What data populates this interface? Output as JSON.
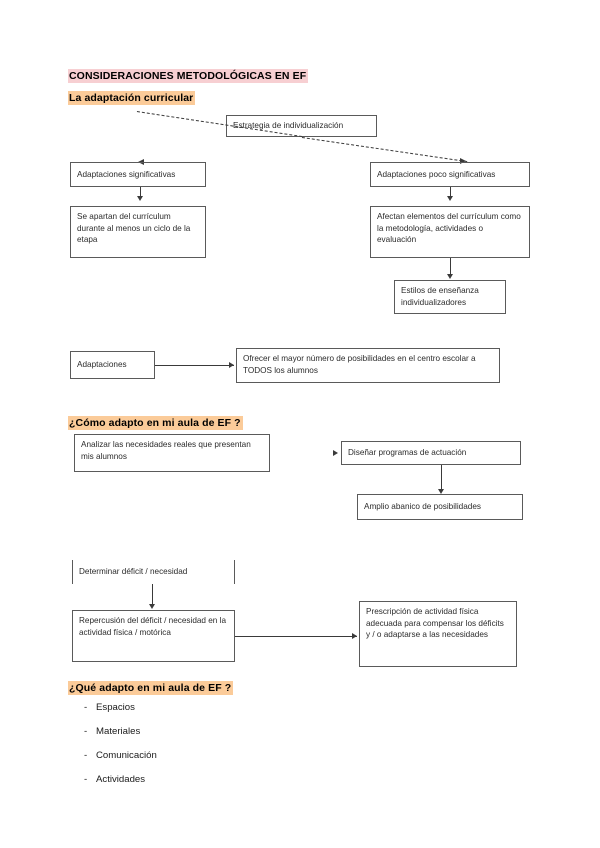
{
  "document": {
    "title": "CONSIDERACIONES METODOLÓGICAS EN EF",
    "subtitle": "La adaptación curricular",
    "colors": {
      "title_highlight": "#f7cfd2",
      "subtitle_highlight": "#fbcb99",
      "box_border": "#5a5a5a",
      "connector": "#3a3a3a",
      "page_background": "#ffffff"
    }
  },
  "diagram_top": {
    "root": "Estrategia de individualización",
    "left_branch": {
      "node": "Adaptaciones significativas",
      "detail": "Se apartan del currículum durante al menos un ciclo de la etapa"
    },
    "right_branch": {
      "node": "Adaptaciones poco significativas",
      "detail": "Afectan elementos del currículum como la metodología, actividades o evaluación",
      "sub_detail": "Estilos de enseñanza individualizadores"
    },
    "footer": {
      "label": "Adaptaciones",
      "value": "Ofrecer el mayor número de posibilidades en el centro escolar a TODOS los alumnos"
    }
  },
  "section_como": {
    "heading": "¿Cómo adapto en mi aula de EF ?",
    "left_box": "Analizar las necesidades reales que presentan mis alumnos",
    "right_box": "Diseñar programas de actuación",
    "right_box_child": "Amplio abanico de posibilidades"
  },
  "diagram_bottom": {
    "step1": "Determinar déficit / necesidad",
    "step2": "Repercusión del déficit / necesidad en la actividad física / motórica",
    "step3": "Prescripción de actividad física adecuada para compensar los déficits y / o adaptarse a las necesidades"
  },
  "section_que": {
    "heading": "¿Qué adapto en mi aula de EF ?",
    "dash": "-",
    "items": [
      "Espacios",
      "Materiales",
      "Comunicación",
      "Actividades"
    ]
  }
}
